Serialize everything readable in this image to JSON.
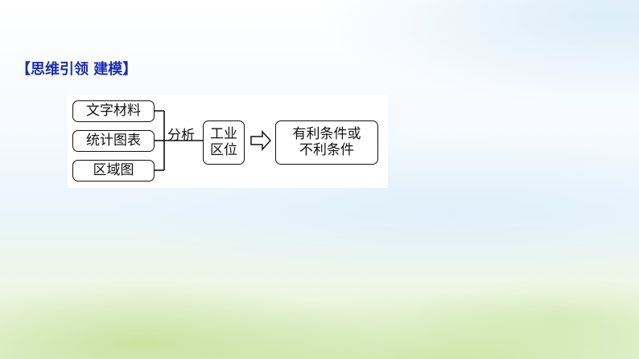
{
  "heading": "【思维引领 建模】",
  "diagram": {
    "inputs": [
      "文字材料",
      "统计图表",
      "区域图"
    ],
    "connector_label": "分析",
    "middle": [
      "工业",
      "区位"
    ],
    "result": [
      "有利条件或",
      "不利条件"
    ]
  }
}
